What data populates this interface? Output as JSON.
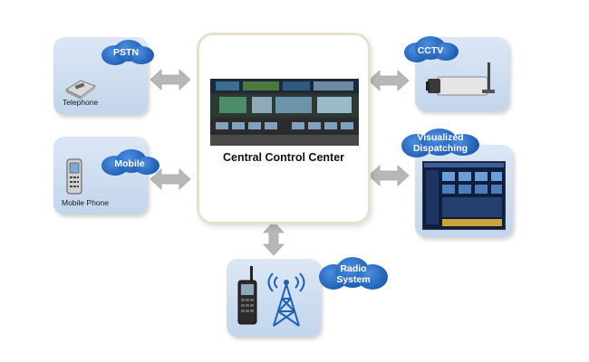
{
  "center": {
    "label": "Central Control Center"
  },
  "nodes": {
    "pstn": {
      "cloud": "PSTN",
      "caption": "Telephone"
    },
    "mobile": {
      "cloud": "Mobile",
      "caption": "Mobile Phone"
    },
    "cctv": {
      "cloud": "CCTV"
    },
    "dispatch": {
      "cloud_line1": "Visualized",
      "cloud_line2": "Dispatching"
    },
    "radio": {
      "cloud_line1": "Radio",
      "cloud_line2": "System"
    }
  },
  "colors": {
    "node_fill": "#c9dbef",
    "cloud_blue": "#1f5fb5",
    "arrow_gray": "#b7b7b7",
    "center_border": "#e5e1cc"
  },
  "icons": [
    "telephone-icon",
    "mobile-phone-icon",
    "cctv-camera-icon",
    "dispatch-screen-icon",
    "radio-handset-icon",
    "radio-tower-icon"
  ]
}
